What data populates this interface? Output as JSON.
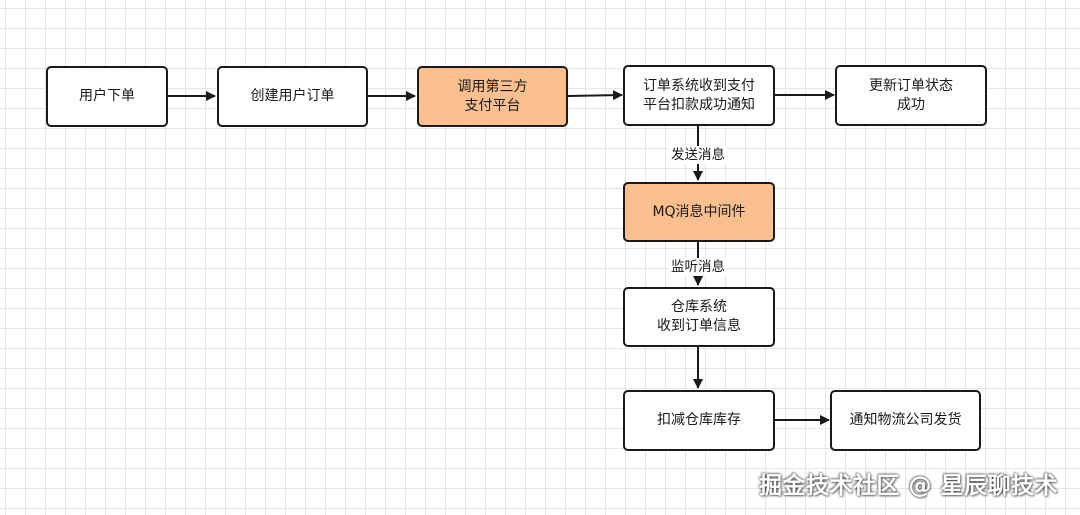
{
  "nodes": {
    "user_order": "用户下单",
    "create_order": "创建用户订单",
    "call_payment": "调用第三方\n支付平台",
    "order_receive": "订单系统收到支付\n平台扣款成功通知",
    "update_status": "更新订单状态\n成功",
    "mq": "MQ消息中间件",
    "warehouse_receive": "仓库系统\n收到订单信息",
    "deduct_stock": "扣减仓库库存",
    "notify_logistics": "通知物流公司发货"
  },
  "edge_labels": {
    "send_message": "发送消息",
    "listen_message": "监听消息"
  },
  "watermark": "掘金技术社区 @ 星辰聊技术",
  "colors": {
    "highlight": "#f9bf8f",
    "border": "#1a1a1a",
    "grid": "#e6e6e6"
  }
}
